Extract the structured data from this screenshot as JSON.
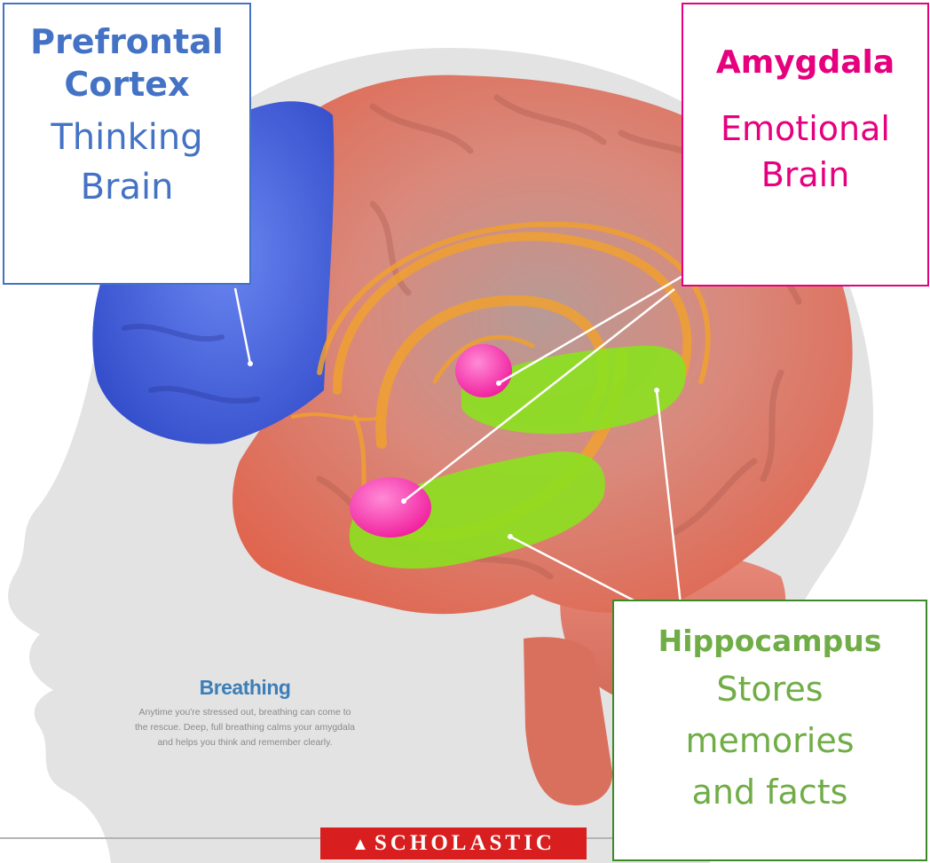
{
  "callouts": {
    "prefrontal": {
      "title_line1": "Prefrontal",
      "title_line2": "Cortex",
      "sub_line1": "Thinking",
      "sub_line2": "Brain",
      "color": "#4472c4"
    },
    "amygdala": {
      "title": "Amygdala",
      "sub_line1": "Emotional",
      "sub_line2": "Brain",
      "color": "#e6007e"
    },
    "hippocampus": {
      "title": "Hippocampus",
      "sub_line1": "Stores",
      "sub_line2": "memories",
      "sub_line3": "and facts",
      "color": "#70ad47"
    }
  },
  "poster": {
    "breathing_title": "Breathing",
    "breathing_line1": "Anytime you're stressed out, breathing can come to",
    "breathing_line2": "the rescue. Deep, full breathing calms your amygdala",
    "breathing_line3": "and helps you think and remember clearly.",
    "publisher": "SCHOLASTIC",
    "publisher_mark": "▲"
  },
  "colors": {
    "prefrontal_region": "#4a63d8",
    "brain_tissue": "#e2806f",
    "amygdala_region": "#ff2fb0",
    "hippocampus_region": "#8be11f",
    "pathways": "#f0a030",
    "head_silhouette": "#e3e3e3",
    "background": "#ffffff"
  }
}
